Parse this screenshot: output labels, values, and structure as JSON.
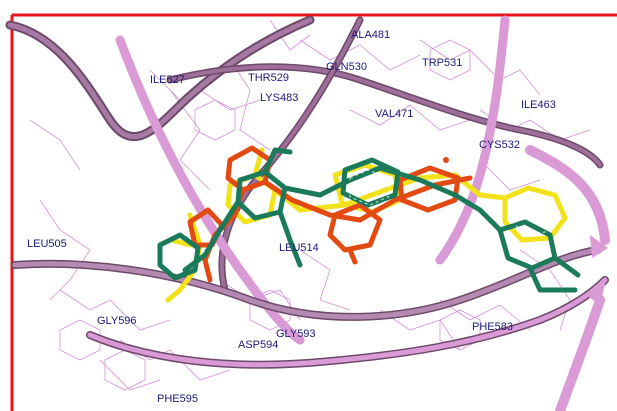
{
  "residues": [
    {
      "id": "ala481",
      "text": "ALA481"
    },
    {
      "id": "ile527",
      "text": "ILE527"
    },
    {
      "id": "thr529",
      "text": "THR529"
    },
    {
      "id": "gln530",
      "text": "GLN530"
    },
    {
      "id": "trp531",
      "text": "TRP531"
    },
    {
      "id": "lys483",
      "text": "LYS483"
    },
    {
      "id": "ile463",
      "text": "ILE463"
    },
    {
      "id": "val471",
      "text": "VAL471"
    },
    {
      "id": "cys532",
      "text": "CYS532"
    },
    {
      "id": "leu505",
      "text": "LEU505"
    },
    {
      "id": "leu514",
      "text": "LEU514"
    },
    {
      "id": "gly596",
      "text": "GLY596"
    },
    {
      "id": "gly593",
      "text": "GLY593"
    },
    {
      "id": "asp594",
      "text": "ASP594"
    },
    {
      "id": "phe583",
      "text": "PHE583"
    },
    {
      "id": "phe595",
      "text": "PHE595"
    }
  ],
  "colors": {
    "frame": "#e8141b",
    "ribbon": "#d99ad6",
    "ribbon_dark": "#6d4a6a",
    "wire": "#cc7fd0",
    "label": "#1a1a7a",
    "ligand_orange": "#e24a12",
    "ligand_green": "#1a7a5a",
    "ligand_yellow": "#f2e21a"
  }
}
